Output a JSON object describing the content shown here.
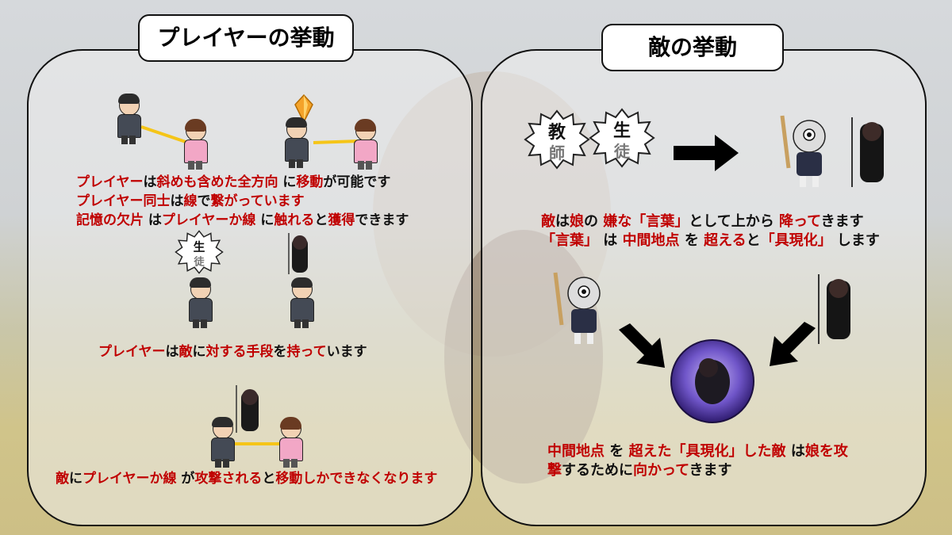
{
  "left_panel": {
    "title": "プレイヤーの挙動",
    "line1_parts": [
      "プレイヤー",
      "は",
      "斜めも含めた全方向",
      "に",
      "移動",
      "が可能です"
    ],
    "line2_parts": [
      "プレイヤー同士",
      "は",
      "線",
      "で",
      "繋がっています"
    ],
    "line3_parts": [
      "記憶の欠片",
      "は",
      "プレイヤーか線",
      "に",
      "触れる",
      "と",
      "獲得",
      "できます"
    ],
    "line4_parts": [
      "プレイヤー",
      "は",
      "敵",
      "に",
      "対する手段",
      "を",
      "持って",
      "います"
    ],
    "line5_parts": [
      "敵",
      "に",
      "プレイヤーか線",
      "が",
      "攻撃される",
      "と",
      "移動しかできなくなります"
    ],
    "badge_word_1": "生",
    "badge_word_2": "徒"
  },
  "right_panel": {
    "title": "敵の挙動",
    "badge_teacher_1": "教",
    "badge_teacher_2": "師",
    "badge_student_1": "生",
    "badge_student_2": "徒",
    "line1_parts": [
      "敵",
      "は",
      "娘",
      "の",
      "嫌な",
      "「言葉」",
      "として上から",
      "降って",
      "きます"
    ],
    "line2_parts": [
      "「言葉」",
      "は",
      "中間地点",
      "を",
      "超える",
      "と",
      "「具現化」",
      "します"
    ],
    "line3_parts": [
      "中間地点",
      "を",
      "超えた「具現化」した敵",
      "は",
      "娘を攻"
    ],
    "line4_parts": [
      "撃",
      "するために",
      "向かって",
      "きます"
    ]
  },
  "colors": {
    "accent_red": "#c00000",
    "line_yellow": "#f5c518",
    "orb_purple": "#5b3fb0"
  }
}
